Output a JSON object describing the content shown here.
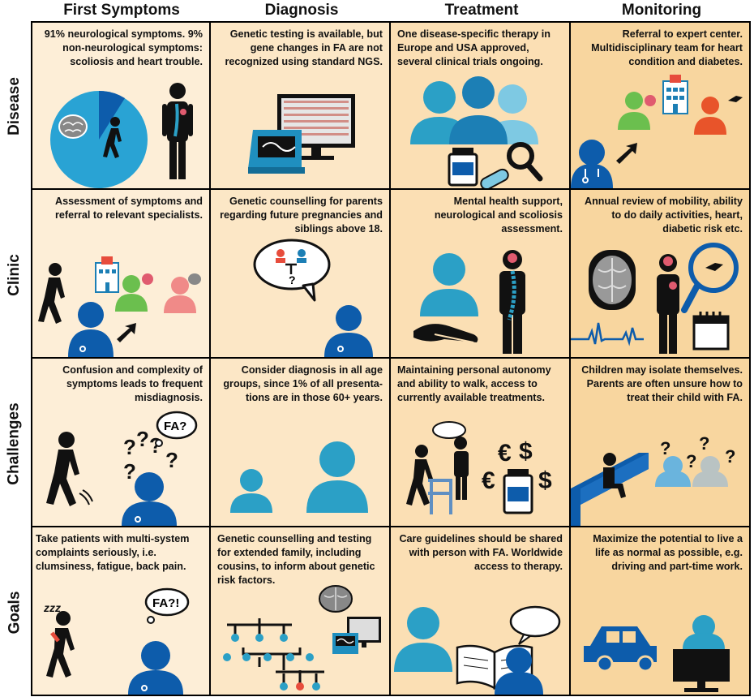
{
  "columns": [
    "First Symptoms",
    "Diagnosis",
    "Treatment",
    "Monitoring"
  ],
  "rows": [
    "Disease",
    "Clinic",
    "Challenges",
    "Goals"
  ],
  "colors": {
    "col1": "#fdeed7",
    "col2": "#fce7c6",
    "col3": "#fbdfb4",
    "col4": "#f8d69f",
    "brand_blue": "#0d5cab",
    "light_blue": "#2ba0c6",
    "grid_line": "#000000"
  },
  "cells": {
    "disease": {
      "first_symptoms": "91% neurological symptoms. 9% non-neurological symptoms: scoliosis and heart trouble.",
      "diagnosis": "Genetic testing is available, but gene changes in FA are not recognized using standard NGS.",
      "treatment": "One disease-specific therapy in Europe and USA approved, several clinical trials ongoing.",
      "monitoring": "Referral to expert center. Multidisciplinary team for heart condition and diabetes."
    },
    "clinic": {
      "first_symptoms": "Assessment of symptoms and referral to relevant specialists.",
      "diagnosis": "Genetic counselling for parents regarding future pregnancies and siblings above 18.",
      "treatment": "Mental health support, neurological and scoliosis assessment.",
      "monitoring": "Annual review of mobility, ability to do daily activities, heart, diabetic risk etc."
    },
    "challenges": {
      "first_symptoms": "Confusion and complexity of symptoms leads to frequent misdiagnosis.",
      "diagnosis": "Consider diagnosis in all age groups, since 1% of all presenta-tions are in those 60+ years.",
      "treatment": "Maintaining personal autonomy and ability to walk, access to currently available treatments.",
      "monitoring": "Children may isolate themselves. Parents are often unsure how to treat their child with FA."
    },
    "goals": {
      "first_symptoms": "Take patients with multi-system complaints seriously, i.e. clumsiness, fatigue, back pain.",
      "diagnosis": "Genetic counselling and testing for extended family, including cousins, to inform about genetic risk factors.",
      "treatment": "Care guidelines should be shared with person with FA. Worldwide access to therapy.",
      "monitoring": "Maximize the potential to live a life as normal as possible, e.g. driving and part-time work."
    }
  },
  "bubbles": {
    "fa_question": "FA?",
    "fa_exclaim": "FA?!",
    "question_mark": "?",
    "sleep": "zzz",
    "euro": "€",
    "dollar": "$"
  },
  "icons": {
    "pie_neuro": "pie-chart-icon",
    "brain": "brain-icon",
    "heart": "heart-icon",
    "hospital": "hospital-icon",
    "doctor": "doctor-icon",
    "pill_bottle": "pill-bottle-icon",
    "magnifier": "magnifier-icon",
    "dna_machine": "dna-sequencer-icon",
    "monitor": "computer-monitor-icon",
    "wheelchair": "walker-icon",
    "car": "car-icon",
    "book": "book-icon",
    "calendar": "calendar-icon",
    "hand": "hand-icon"
  }
}
